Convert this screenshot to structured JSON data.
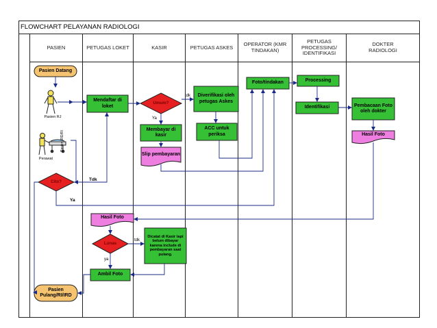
{
  "title": "FLOWCHART PELAYANAN RADIOLOGI",
  "lanes": [
    "PASIEN",
    "PETUGAS LOKET",
    "KASIR",
    "PETUGAS ASKES",
    "OPERATOR (KMR TINDAKAN)",
    "PETUGAS PROCESSING/ IDENTIFIKASI",
    "DOKTER RADIOLOGI"
  ],
  "nodes": {
    "pasien_datang": "Pasien Datang",
    "pasien_rj": "Pasien RJ",
    "pasien_ird_ri": "Pasien IRD/RI",
    "perawat": "Perawat",
    "cito": "Cito?",
    "mendaftar": "Mendaftar di loket",
    "umum": "Umum?",
    "membayar": "Membayar di kasir",
    "slip": "Slip pembayaran",
    "diverifikasi": "Diverifikasi oleh petugas Askes",
    "acc": "ACC untuk periksa",
    "foto_tindakan": "Foto/tindakan",
    "processing": "Processing",
    "identifikasi": "Identifikasi",
    "pembacaan": "Pembacaan Foto oleh dokter",
    "hasil_foto_dokter": "Hasil Foto",
    "hasil_foto": "Hasil Foto",
    "lunas": "Lunas",
    "dicatat": "Dicatat di Kasir tapi belum dibayar karena include di pembayaran saat pulang.",
    "ambil_foto": "Ambil Foto",
    "pulang": "Pasien Pulang/RI/IRD"
  },
  "labels": {
    "tdk_umum": "tdk",
    "ya_umum": "Ya",
    "tdk_cito": "Tdk",
    "ya_cito": "Ya",
    "tdk_lunas": "tdk",
    "ya_lunas": "ya"
  },
  "colors": {
    "terminator": "#f6c470",
    "process": "#36c036",
    "decision": "#e62020",
    "document": "#ee7ee0",
    "border": "#202020",
    "arrow": "#1a2a8a"
  }
}
